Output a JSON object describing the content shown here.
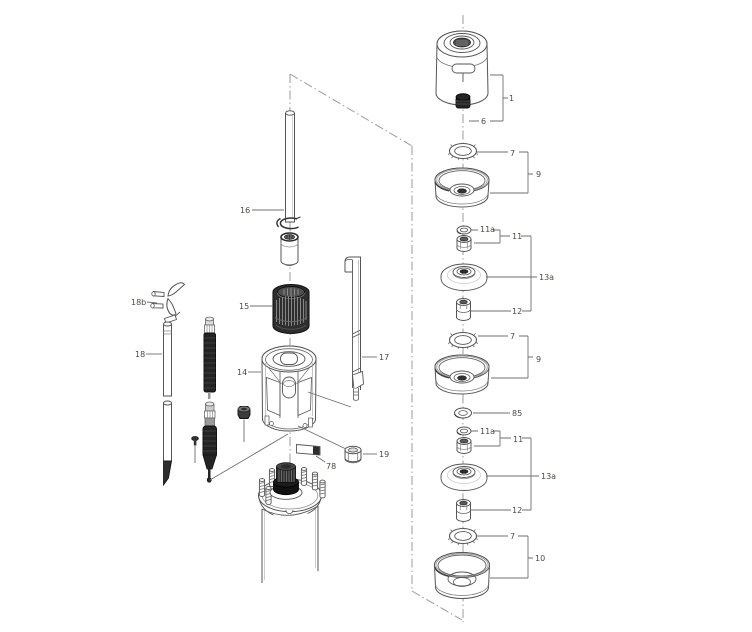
{
  "colors": {
    "background": "#ffffff",
    "drawing_line": "#5c5c5c",
    "leader_line": "#6f6f6f",
    "construction_line": "#9b9b9b",
    "dark_part_fill": "#242424",
    "label_text": "#4d4a45"
  },
  "callouts": [
    {
      "name": "valve-casing",
      "label": "1"
    },
    {
      "name": "set-screw",
      "label": "6"
    },
    {
      "name": "seal-ring-upper",
      "label": "7"
    },
    {
      "name": "diffuser-upper",
      "label": "9"
    },
    {
      "name": "ring-washer-upper",
      "label": "11a"
    },
    {
      "name": "spacer-group-upper",
      "label": "11"
    },
    {
      "name": "impeller-upper",
      "label": "13a"
    },
    {
      "name": "sleeve-upper",
      "label": "12"
    },
    {
      "name": "seal-ring-middle",
      "label": "7"
    },
    {
      "name": "diffuser-lower",
      "label": "9"
    },
    {
      "name": "washer",
      "label": "85"
    },
    {
      "name": "ring-washer-lower",
      "label": "11a"
    },
    {
      "name": "spacer-group-lower",
      "label": "11"
    },
    {
      "name": "impeller-lower",
      "label": "13a"
    },
    {
      "name": "sleeve-lower",
      "label": "12"
    },
    {
      "name": "seal-ring-bottom",
      "label": "7"
    },
    {
      "name": "suction-casing",
      "label": "10"
    },
    {
      "name": "pump-shaft",
      "label": "16"
    },
    {
      "name": "strainer",
      "label": "15"
    },
    {
      "name": "motor-bracket",
      "label": "14"
    },
    {
      "name": "cable-guard",
      "label": "17"
    },
    {
      "name": "lever-blade",
      "label": "18b"
    },
    {
      "name": "guide-rod",
      "label": "18"
    },
    {
      "name": "hex-nut",
      "label": "19"
    },
    {
      "name": "name-plate",
      "label": "78"
    }
  ]
}
